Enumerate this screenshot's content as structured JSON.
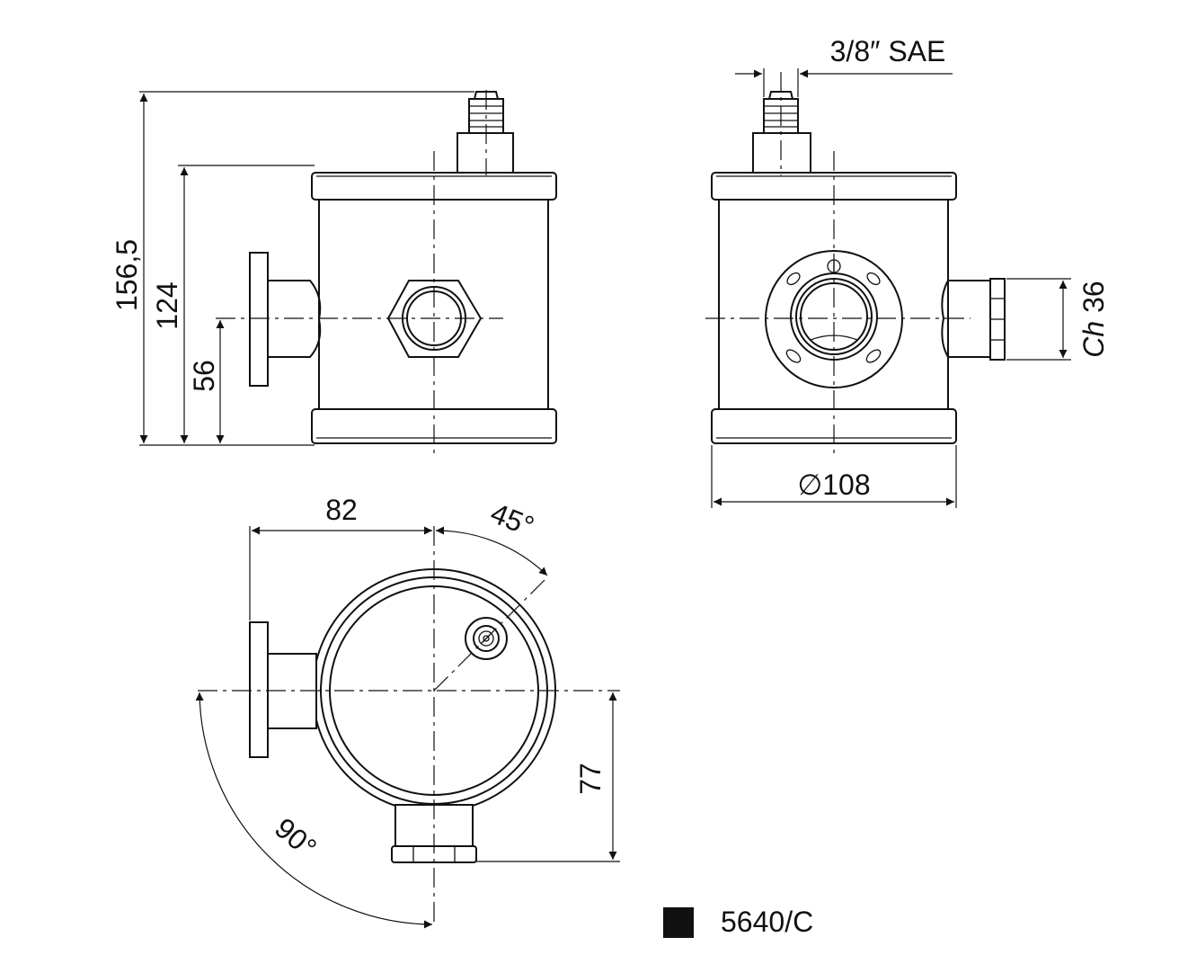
{
  "dimensions": {
    "overall_height": "156,5",
    "body_height": "124",
    "inlet_height": "56",
    "fitting_size": "3/8″ SAE",
    "wrench_size_prefix": "Ch",
    "wrench_size_value": "36",
    "diameter": "∅108",
    "offset": "82",
    "angle_fitting": "45°",
    "angle_ports": "90°",
    "outlet_offset": "77"
  },
  "legend": {
    "marker_color": "#111111",
    "model_code": "5640/C"
  }
}
